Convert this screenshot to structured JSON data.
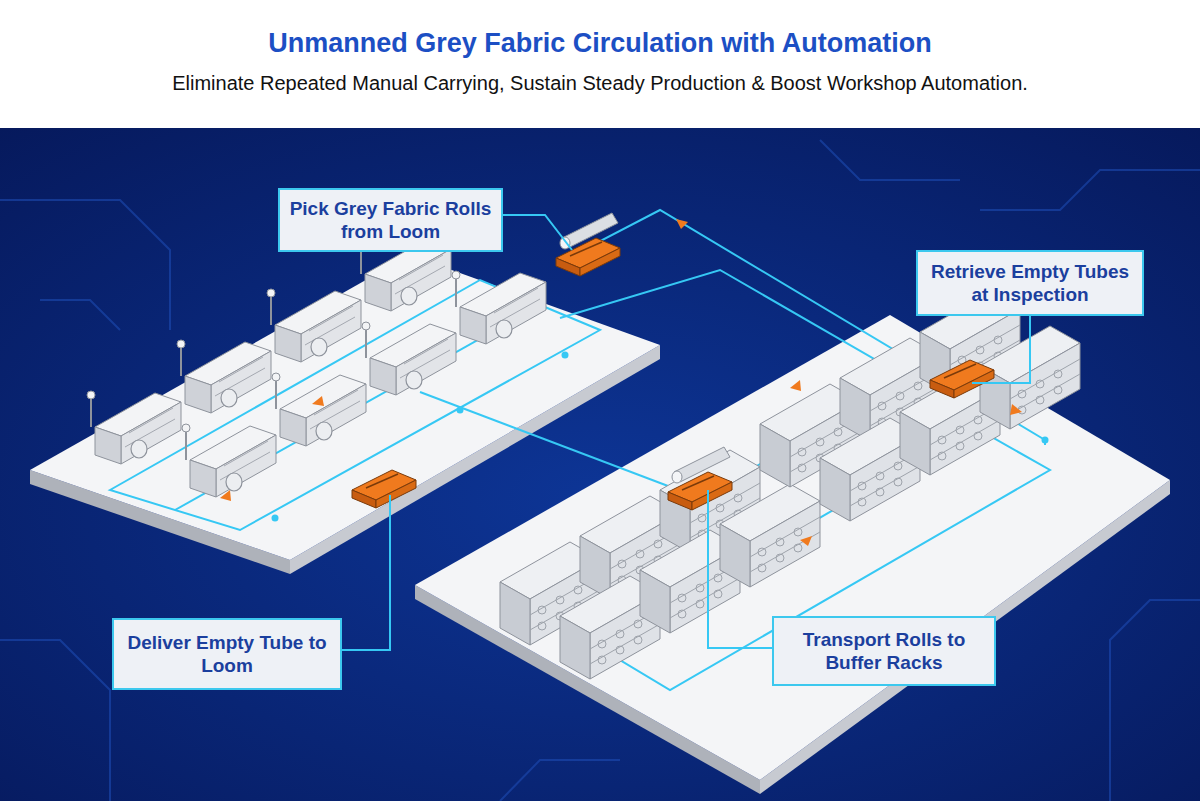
{
  "diagram": {
    "title": "Unmanned Grey Fabric Circulation with Automation",
    "caption": "Eliminate Repeated Manual Carrying, Sustain Steady Production & Boost Workshop Automation.",
    "nodes": [
      {
        "text": [
          "Pick Grey Fabric Rolls from Loom"
        ]
      },
      {
        "text": [
          "Retrieve Empty Tubes at Inspection"
        ]
      },
      {
        "text": [
          "Deliver Empty Tube to Loom"
        ]
      },
      {
        "text": [
          "Transport Rolls to Buffer Racks"
        ]
      }
    ]
  }
}
